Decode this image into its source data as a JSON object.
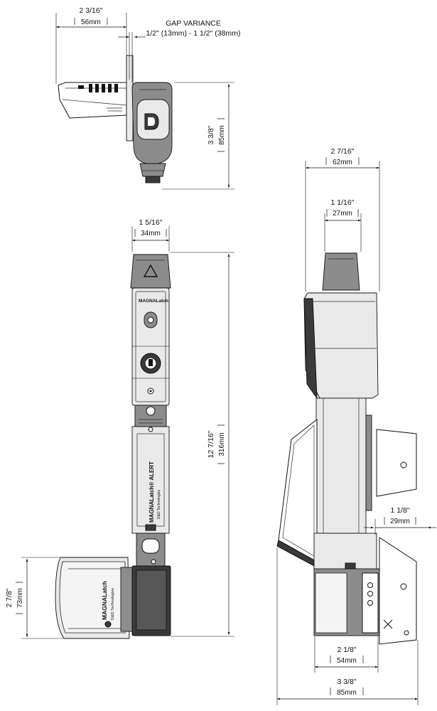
{
  "dimensions": {
    "top_width": {
      "imperial": "2 3/16\"",
      "metric": "56mm"
    },
    "gap_variance": {
      "title": "GAP VARIANCE",
      "range": "1/2\" (13mm) - 1 1/2\" (38mm)"
    },
    "top_height": {
      "imperial": "3 3/8\"",
      "metric": "85mm"
    },
    "front_width": {
      "imperial": "1 5/16\"",
      "metric": "34mm"
    },
    "front_height": {
      "imperial": "12 7/16\"",
      "metric": "316mm"
    },
    "bracket_height": {
      "imperial": "2 7/8\"",
      "metric": "73mm"
    },
    "side_width": {
      "imperial": "2 7/16\"",
      "metric": "62mm"
    },
    "side_knob_width": {
      "imperial": "1 1/16\"",
      "metric": "27mm"
    },
    "side_plate_offset": {
      "imperial": "1 1/8\"",
      "metric": "29mm"
    },
    "side_bottom_width": {
      "imperial": "2 1/8\"",
      "metric": "54mm"
    },
    "side_overall_width": {
      "imperial": "3 3/8\"",
      "metric": "85mm"
    }
  },
  "product_labels": {
    "latch_brand": "MAGNALatch",
    "alert_brand": "MAGNALatch® ALERT",
    "bracket_brand": "MAGNALatch",
    "maker": "D&D Technologies",
    "badge_letter": "D"
  },
  "colors": {
    "line": "#111111",
    "dark_body": "#3a3a3a",
    "mid_body": "#8c8c8c",
    "light_body": "#e9e9e9"
  }
}
